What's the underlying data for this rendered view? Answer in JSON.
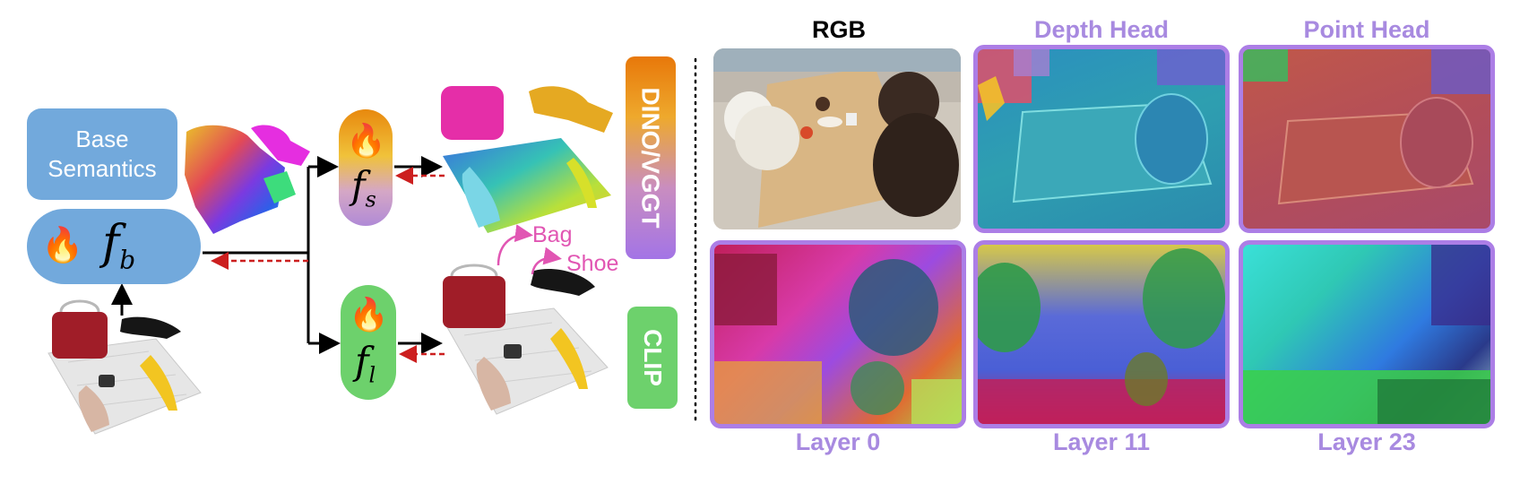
{
  "left": {
    "base_label": "Base Semantics",
    "fb_symbol": "f",
    "fb_sub": "b",
    "fs_symbol": "f",
    "fs_sub": "s",
    "fl_symbol": "f",
    "fl_sub": "l",
    "flame_icon": "🔥",
    "dino_label": "DINO/VGGT",
    "clip_label": "CLIP",
    "bag_label": "Bag",
    "shoe_label": "Shoe"
  },
  "right": {
    "col_rgb": "RGB",
    "col_depth": "Depth Head",
    "col_point": "Point Head",
    "row_layer0": "Layer 0",
    "row_layer11": "Layer 11",
    "row_layer23": "Layer 23"
  },
  "colors": {
    "blue_box": "#72a9dc",
    "green_box": "#6dd16c",
    "purple_frame": "#ac7ee6",
    "purple_text": "#a88ae0",
    "pink_text": "#e156b3",
    "dashed_red": "#cc1f1f"
  }
}
